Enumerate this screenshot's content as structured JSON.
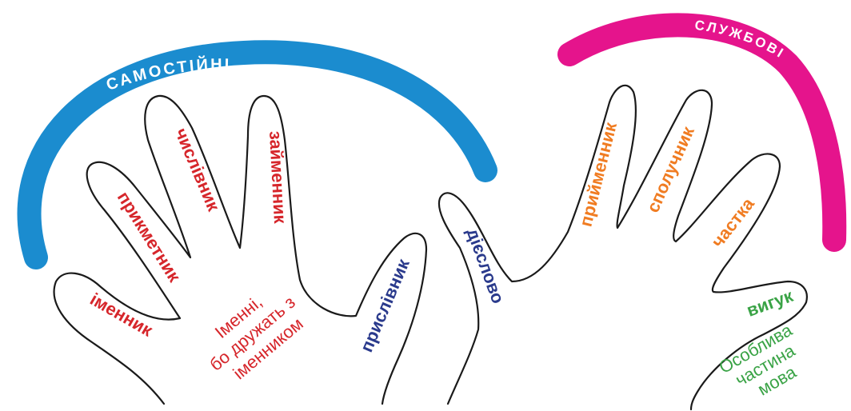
{
  "colors": {
    "independent": "#1b8ccf",
    "auxiliary": "#e5148c",
    "red": "#d6262b",
    "navy": "#2a3a8c",
    "orange": "#f07c22",
    "green": "#3aa346",
    "outline": "#1a1a1a"
  },
  "groups": {
    "independent": {
      "title": "САМОСТІЙНІ"
    },
    "auxiliary": {
      "title": "СЛУЖБОВІ"
    }
  },
  "fingers": {
    "noun": "іменник",
    "adjective": "прикметник",
    "numeral": "числівник",
    "pronoun": "займенник",
    "adverb": "прислівник",
    "verb": "дієслово",
    "preposition": "прийменник",
    "conjunction": "сполучник",
    "particle": "частка",
    "interjection": "вигук"
  },
  "notes": {
    "nominal": [
      "Іменні,",
      "бо дружать з",
      "іменником"
    ],
    "interjection": [
      "Особлива",
      "частина",
      "мова"
    ]
  }
}
